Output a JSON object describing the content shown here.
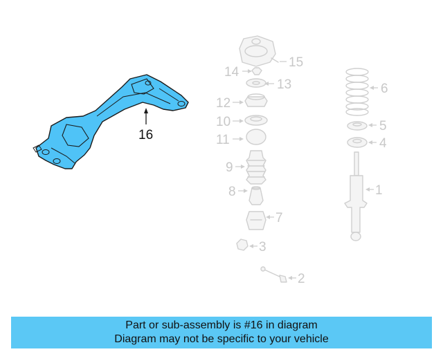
{
  "diagram": {
    "callouts": [
      {
        "id": "16",
        "label": "16",
        "highlighted": true
      },
      {
        "id": "15",
        "label": "15",
        "highlighted": false
      },
      {
        "id": "14",
        "label": "14",
        "highlighted": false
      },
      {
        "id": "13",
        "label": "13",
        "highlighted": false
      },
      {
        "id": "12",
        "label": "12",
        "highlighted": false
      },
      {
        "id": "11",
        "label": "11",
        "highlighted": false
      },
      {
        "id": "10",
        "label": "10",
        "highlighted": false
      },
      {
        "id": "9",
        "label": "9",
        "highlighted": false
      },
      {
        "id": "8",
        "label": "8",
        "highlighted": false
      },
      {
        "id": "7",
        "label": "7",
        "highlighted": false
      },
      {
        "id": "6",
        "label": "6",
        "highlighted": false
      },
      {
        "id": "5",
        "label": "5",
        "highlighted": false
      },
      {
        "id": "4",
        "label": "4",
        "highlighted": false
      },
      {
        "id": "3",
        "label": "3",
        "highlighted": false
      },
      {
        "id": "2",
        "label": "2",
        "highlighted": false
      },
      {
        "id": "1",
        "label": "1",
        "highlighted": false
      }
    ],
    "colors": {
      "highlight_part": "#4fc3f7",
      "ghost_part": "#cfcfcf",
      "banner": "#5bc8f5"
    }
  },
  "banner": {
    "line1": "Part or sub-assembly is #16 in diagram",
    "line2": "Diagram may not be specific to your vehicle"
  }
}
